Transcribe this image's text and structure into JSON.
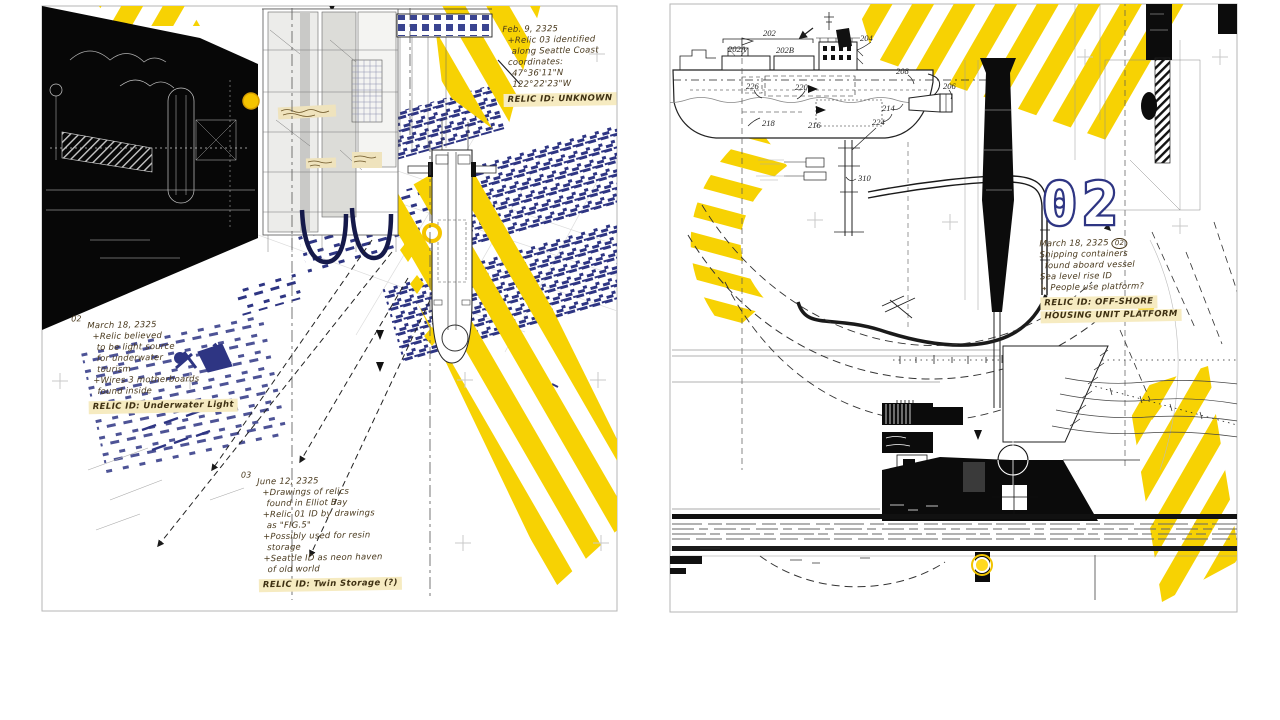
{
  "colors": {
    "hazard_yellow": "#F7D203",
    "navy": "#2E3583",
    "hand_ink": "#4A3A1E",
    "highlight_cream": "#F6EBC1",
    "ink": "#111111"
  },
  "left_panel": {
    "notes": [
      {
        "index": "",
        "lines": [
          "Feb. 9, 2325",
          "+Relic 03 identified",
          "along Seattle Coast",
          "coordinates:",
          "47°36'11\"N",
          "122°22'23\"W"
        ],
        "relic_id": "RELIC ID: UNKNOWN"
      },
      {
        "index": "02",
        "lines": [
          "March 18, 2325",
          "+Relic believed",
          "to be light source",
          "for underwater",
          "tourism",
          "+Wires 3 motherboards",
          "found inside"
        ],
        "relic_id": "RELIC ID: Underwater Light"
      },
      {
        "index": "03",
        "lines": [
          "June 12, 2325",
          "+Drawings of relics",
          "found in Elliot Bay",
          "+Relic 01 ID by drawings",
          "as \"FIG.5\"",
          "+Possibly used for resin",
          "storage",
          "+Seattle ID as neon haven",
          "of old world"
        ],
        "relic_id": "RELIC ID: Twin Storage (?)"
      }
    ]
  },
  "right_panel": {
    "big_number": "02",
    "ship_labels": [
      "202",
      "202A",
      "202B",
      "204",
      "206",
      "208",
      "214",
      "216",
      "218",
      "220",
      "224",
      "226",
      "310"
    ],
    "note": {
      "date_line": "March 18, 2325",
      "date_badge": "02",
      "lines": [
        "Shipping containers",
        "found aboard vessel",
        "Sea level rise ID",
        "↳ People use platform?"
      ],
      "relic_id_line1": "RELIC ID: OFF-SHORE",
      "relic_id_line2": "HOUSING UNIT PLATFORM"
    }
  }
}
